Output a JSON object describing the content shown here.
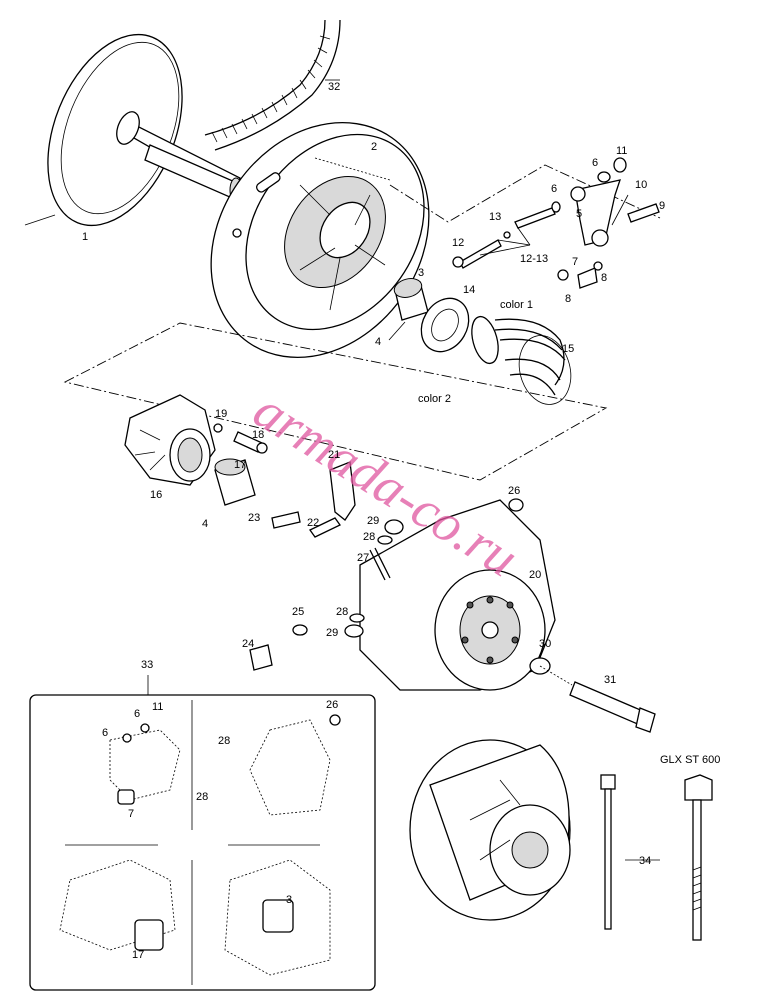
{
  "watermark": "armada-co.ru",
  "labels": {
    "l1": "1",
    "l2": "2",
    "l3": "3",
    "l4a": "4",
    "l4b": "4",
    "l5": "5",
    "l6a": "6",
    "l6b": "6",
    "l7": "7",
    "l8a": "8",
    "l8b": "8",
    "l9": "9",
    "l10": "10",
    "l11": "11",
    "l12": "12",
    "l13": "13",
    "l1213": "12-13",
    "l14": "14",
    "l15": "15",
    "l16": "16",
    "l17": "17",
    "l18": "18",
    "l19": "19",
    "l20": "20",
    "l21": "21",
    "l22": "22",
    "l23": "23",
    "l24": "24",
    "l25": "25",
    "l26": "26",
    "l27": "27",
    "l28a": "28",
    "l28b": "28",
    "l29a": "29",
    "l29b": "29",
    "l30": "30",
    "l31": "31",
    "l32": "32",
    "l33": "33",
    "l34": "34",
    "color1": "color 1",
    "color2": "color 2"
  },
  "detail_box": {
    "l6a": "6",
    "l6b": "6",
    "l11": "11",
    "l7": "7",
    "l26": "26",
    "l28a": "28",
    "l28b": "28",
    "l17": "17",
    "l3": "3"
  },
  "model_label": "GLX ST 600",
  "colors": {
    "watermark": "#e0569f",
    "line": "#000000"
  }
}
